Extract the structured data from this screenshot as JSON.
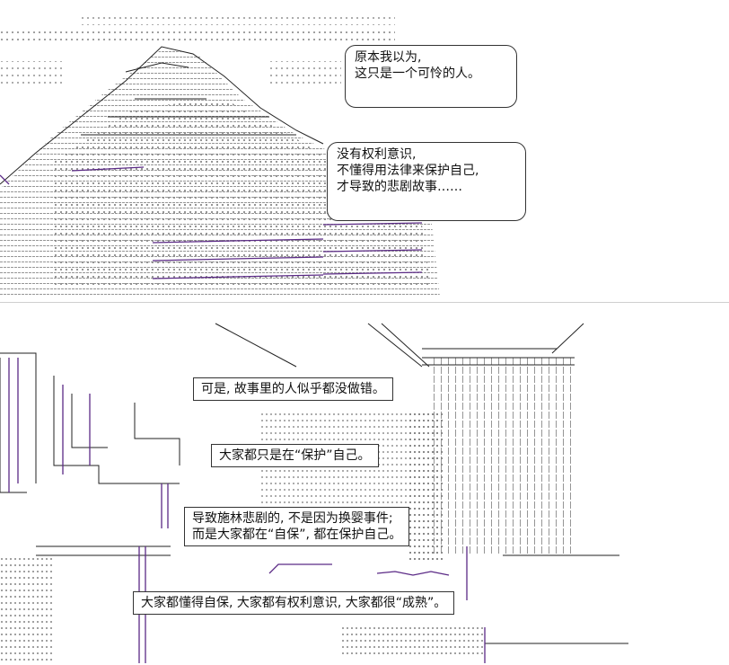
{
  "top_panel": {
    "bubble_1": {
      "lines": [
        "原本我以为,",
        "这只是一个可怜的人。"
      ]
    },
    "bubble_2": {
      "lines": [
        "没有权利意识,",
        "不懂得用法律来保护自己,",
        "才导致的悲剧故事……"
      ]
    }
  },
  "bottom_panel": {
    "caption_1": {
      "text": "可是, 故事里的人似乎都没做错。"
    },
    "caption_2": {
      "text": "大家都只是在“保护”自己。"
    },
    "caption_3": {
      "lines": [
        "导致施林悲剧的, 不是因为换婴事件;",
        "而是大家都在“自保”, 都在保护自己。"
      ]
    },
    "caption_4": {
      "text": "大家都懂得自保, 大家都有权利意识, 大家都很“成熟”。"
    }
  },
  "colors": {
    "background": "#ffffff",
    "ink": "#111111",
    "dots": "#8a8a8a",
    "accent_purple": "#5b2a86",
    "divider": "#cfcfcf"
  }
}
